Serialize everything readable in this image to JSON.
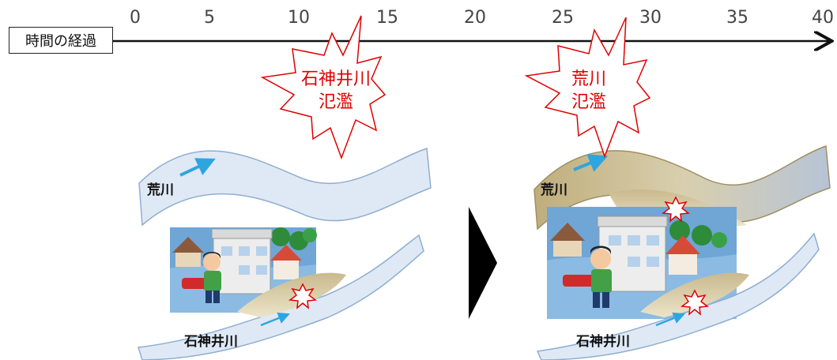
{
  "timeline": {
    "label": "時間の経過",
    "ticks": [
      "0",
      "5",
      "10",
      "15",
      "20",
      "25",
      "30",
      "35",
      "40"
    ]
  },
  "events": [
    {
      "line1": "石神井川",
      "line2": "氾濫"
    },
    {
      "line1": "荒川",
      "line2": "氾濫"
    }
  ],
  "panels": [
    {
      "upper_river": "荒川",
      "lower_river": "石神井川",
      "upper_river_state": "normal",
      "lower_river_state": "overflowing"
    },
    {
      "upper_river": "荒川",
      "lower_river": "石神井川",
      "upper_river_state": "overflowing",
      "lower_river_state": "overflowing"
    }
  ],
  "colors": {
    "burst_text": "#e00000",
    "flow_arrow": "#2fa5e0",
    "river_water": "#dfe9f5",
    "muddy_water": "#cfc5a0"
  }
}
